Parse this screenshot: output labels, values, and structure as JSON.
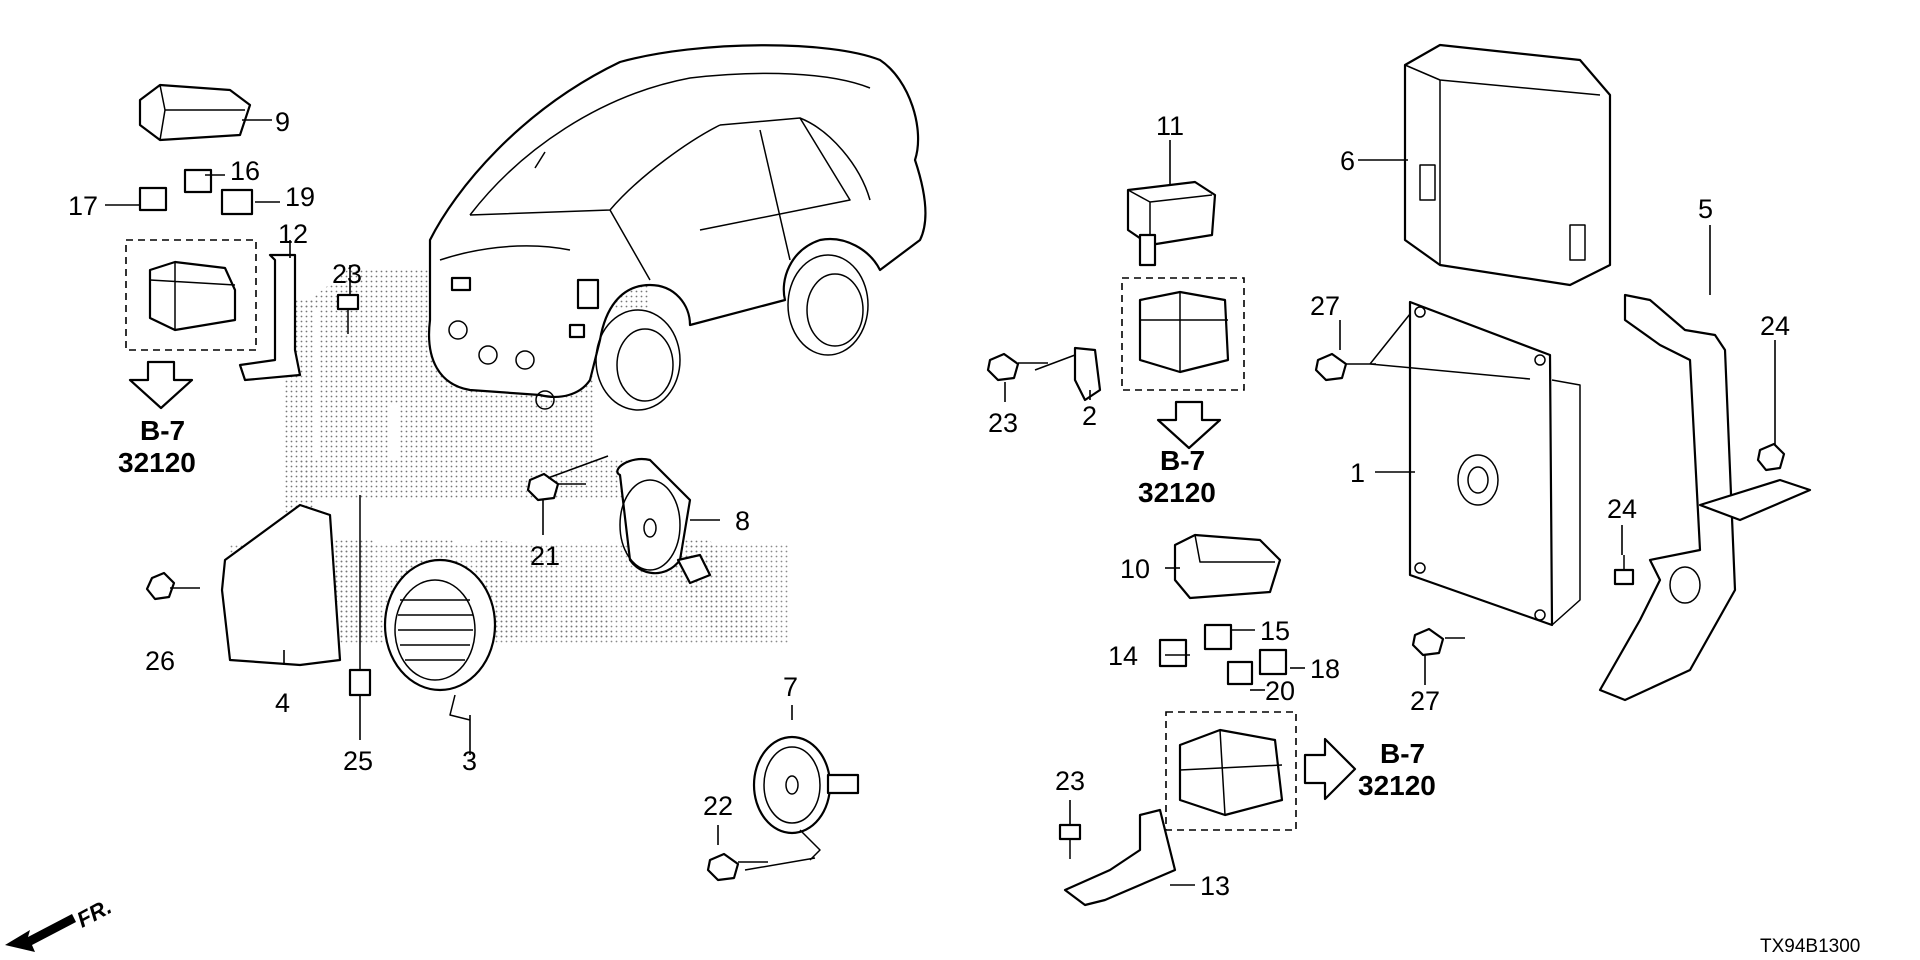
{
  "diagram": {
    "code": "TX94B1300",
    "front_label": "FR.",
    "callouts": [
      {
        "id": "c1",
        "label": "1"
      },
      {
        "id": "c2",
        "label": "2"
      },
      {
        "id": "c3",
        "label": "3"
      },
      {
        "id": "c4",
        "label": "4"
      },
      {
        "id": "c5",
        "label": "5"
      },
      {
        "id": "c6",
        "label": "6"
      },
      {
        "id": "c7",
        "label": "7"
      },
      {
        "id": "c8",
        "label": "8"
      },
      {
        "id": "c9",
        "label": "9"
      },
      {
        "id": "c10",
        "label": "10"
      },
      {
        "id": "c11",
        "label": "11"
      },
      {
        "id": "c12",
        "label": "12"
      },
      {
        "id": "c13",
        "label": "13"
      },
      {
        "id": "c14",
        "label": "14"
      },
      {
        "id": "c15",
        "label": "15"
      },
      {
        "id": "c16",
        "label": "16"
      },
      {
        "id": "c17",
        "label": "17"
      },
      {
        "id": "c18",
        "label": "18"
      },
      {
        "id": "c19",
        "label": "19"
      },
      {
        "id": "c20",
        "label": "20"
      },
      {
        "id": "c21",
        "label": "21"
      },
      {
        "id": "c22",
        "label": "22"
      },
      {
        "id": "c23a",
        "label": "23"
      },
      {
        "id": "c23b",
        "label": "23"
      },
      {
        "id": "c23c",
        "label": "23"
      },
      {
        "id": "c24a",
        "label": "24"
      },
      {
        "id": "c24b",
        "label": "24"
      },
      {
        "id": "c25",
        "label": "25"
      },
      {
        "id": "c26",
        "label": "26"
      },
      {
        "id": "c27a",
        "label": "27"
      },
      {
        "id": "c27b",
        "label": "27"
      }
    ],
    "references": [
      {
        "section": "B-7",
        "part": "32120"
      },
      {
        "section": "B-7",
        "part": "32120"
      },
      {
        "section": "B-7",
        "part": "32120"
      }
    ]
  }
}
